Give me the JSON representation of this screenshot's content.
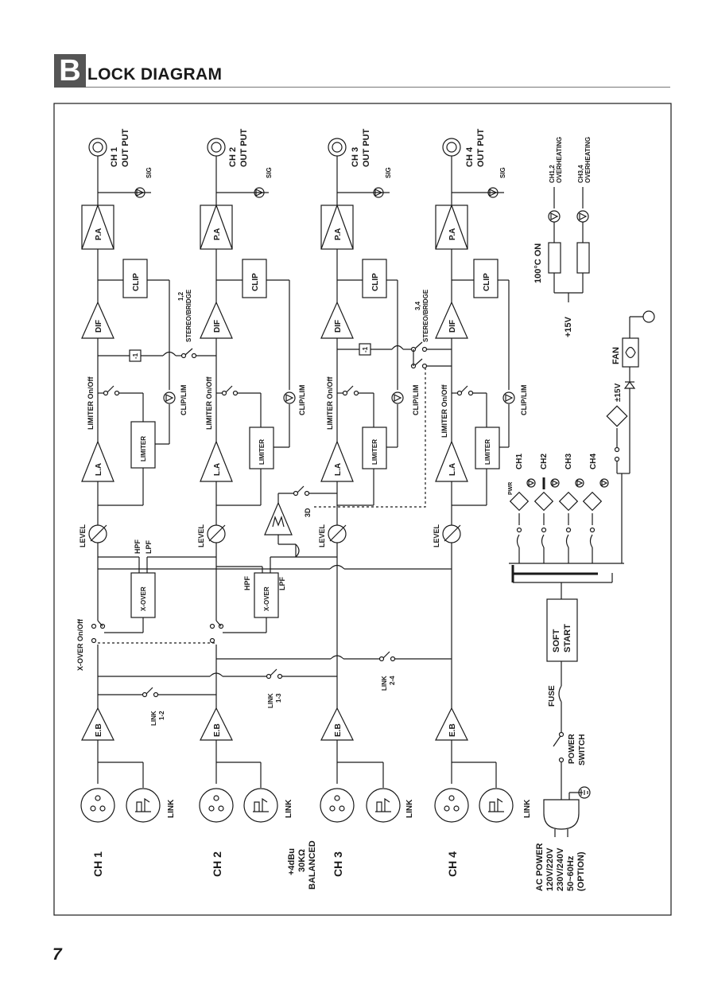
{
  "header": {
    "badge_letter": "B",
    "title_rest": "LOCK DIAGRAM"
  },
  "page_number": "7",
  "channels": [
    {
      "name": "CH 1",
      "output_line1": "CH 1",
      "output_line2": "OUT PUT"
    },
    {
      "name": "CH 2",
      "output_line1": "CH 2",
      "output_line2": "OUT PUT"
    },
    {
      "name": "CH 3",
      "output_line1": "CH 3",
      "output_line2": "OUT PUT"
    },
    {
      "name": "CH 4",
      "output_line1": "CH 4",
      "output_line2": "OUT PUT"
    }
  ],
  "labels": {
    "sig": "SIG",
    "pa": "P.A",
    "clip": "CLIP",
    "dif": "DIF",
    "la": "L.A",
    "limiter": "LIMITER",
    "limiter_switch": "LIMITER On/Off",
    "clip_lim": "CLIP/LIM",
    "level": "LEVEL",
    "eb": "E.B",
    "link": "LINK",
    "xover": "X-OVER",
    "xover_switch": "X-OVER On/Off",
    "hpf": "HPF",
    "lpf": "LPF",
    "stereo_bridge": "STEREO/BRIDGE",
    "sb12": "1,2",
    "sb34": "3,4",
    "minus1": "-1",
    "three_d": "3D",
    "link_12a": "LINK",
    "link_12b": "1-2",
    "link_13a": "LINK",
    "link_13b": "1-3",
    "link_24a": "LINK",
    "link_24b": "2-4",
    "input_spec": [
      "+4dBu",
      "30KΩ",
      "BALANCED"
    ],
    "overheat12": [
      "CH1,2",
      "OVERHEATING"
    ],
    "overheat34": [
      "CH3,4",
      "OVERHEATING"
    ],
    "thermal": "100°C ON",
    "plus15": "+15V",
    "pm15": "±15V",
    "fan": "FAN",
    "pwr": "PWR",
    "ch_leds": [
      "CH1",
      "CH2",
      "CH3",
      "CH4"
    ],
    "soft_start": [
      "SOFT",
      "START"
    ],
    "fuse": "FUSE",
    "power_switch": [
      "POWER",
      "SWITCH"
    ],
    "ac_power": [
      "AC POWER",
      "120V/220V",
      "230V/240V",
      "50~60Hz",
      "(OPTION)"
    ]
  }
}
